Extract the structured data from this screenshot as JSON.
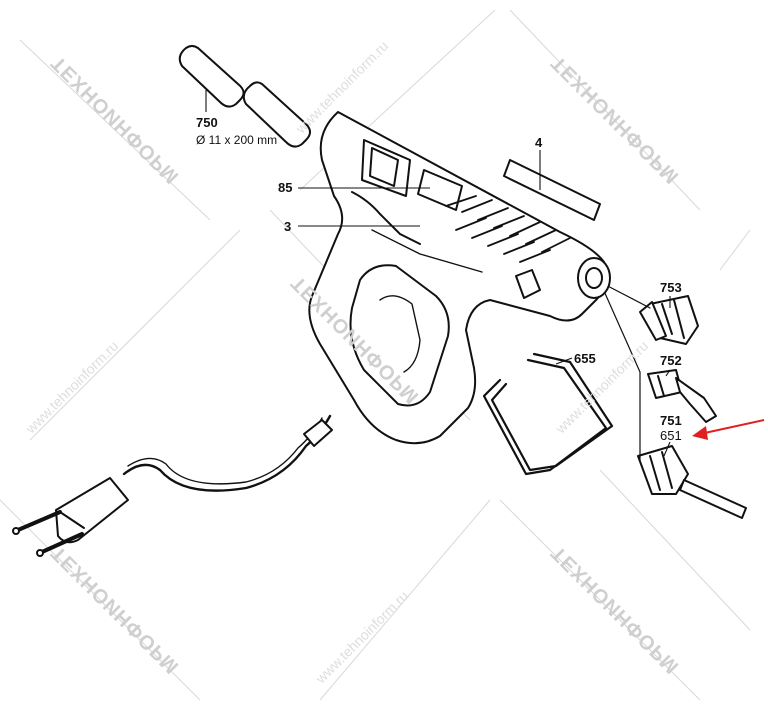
{
  "parts": {
    "glue_stick": {
      "number": "750",
      "spec": "Ø 11 x 200 mm"
    },
    "p4": "4",
    "p85": "85",
    "p3": "3",
    "p753": "753",
    "p752": "752",
    "p751": "751",
    "p651": "651",
    "p655": "655"
  },
  "watermarks": {
    "brand": "ТЕХНОИНФОРМ",
    "url": "www.tehnoinform.ru"
  },
  "colors": {
    "line": "#111111",
    "arrow": "#e02020",
    "watermark": "#cfcfcf"
  }
}
